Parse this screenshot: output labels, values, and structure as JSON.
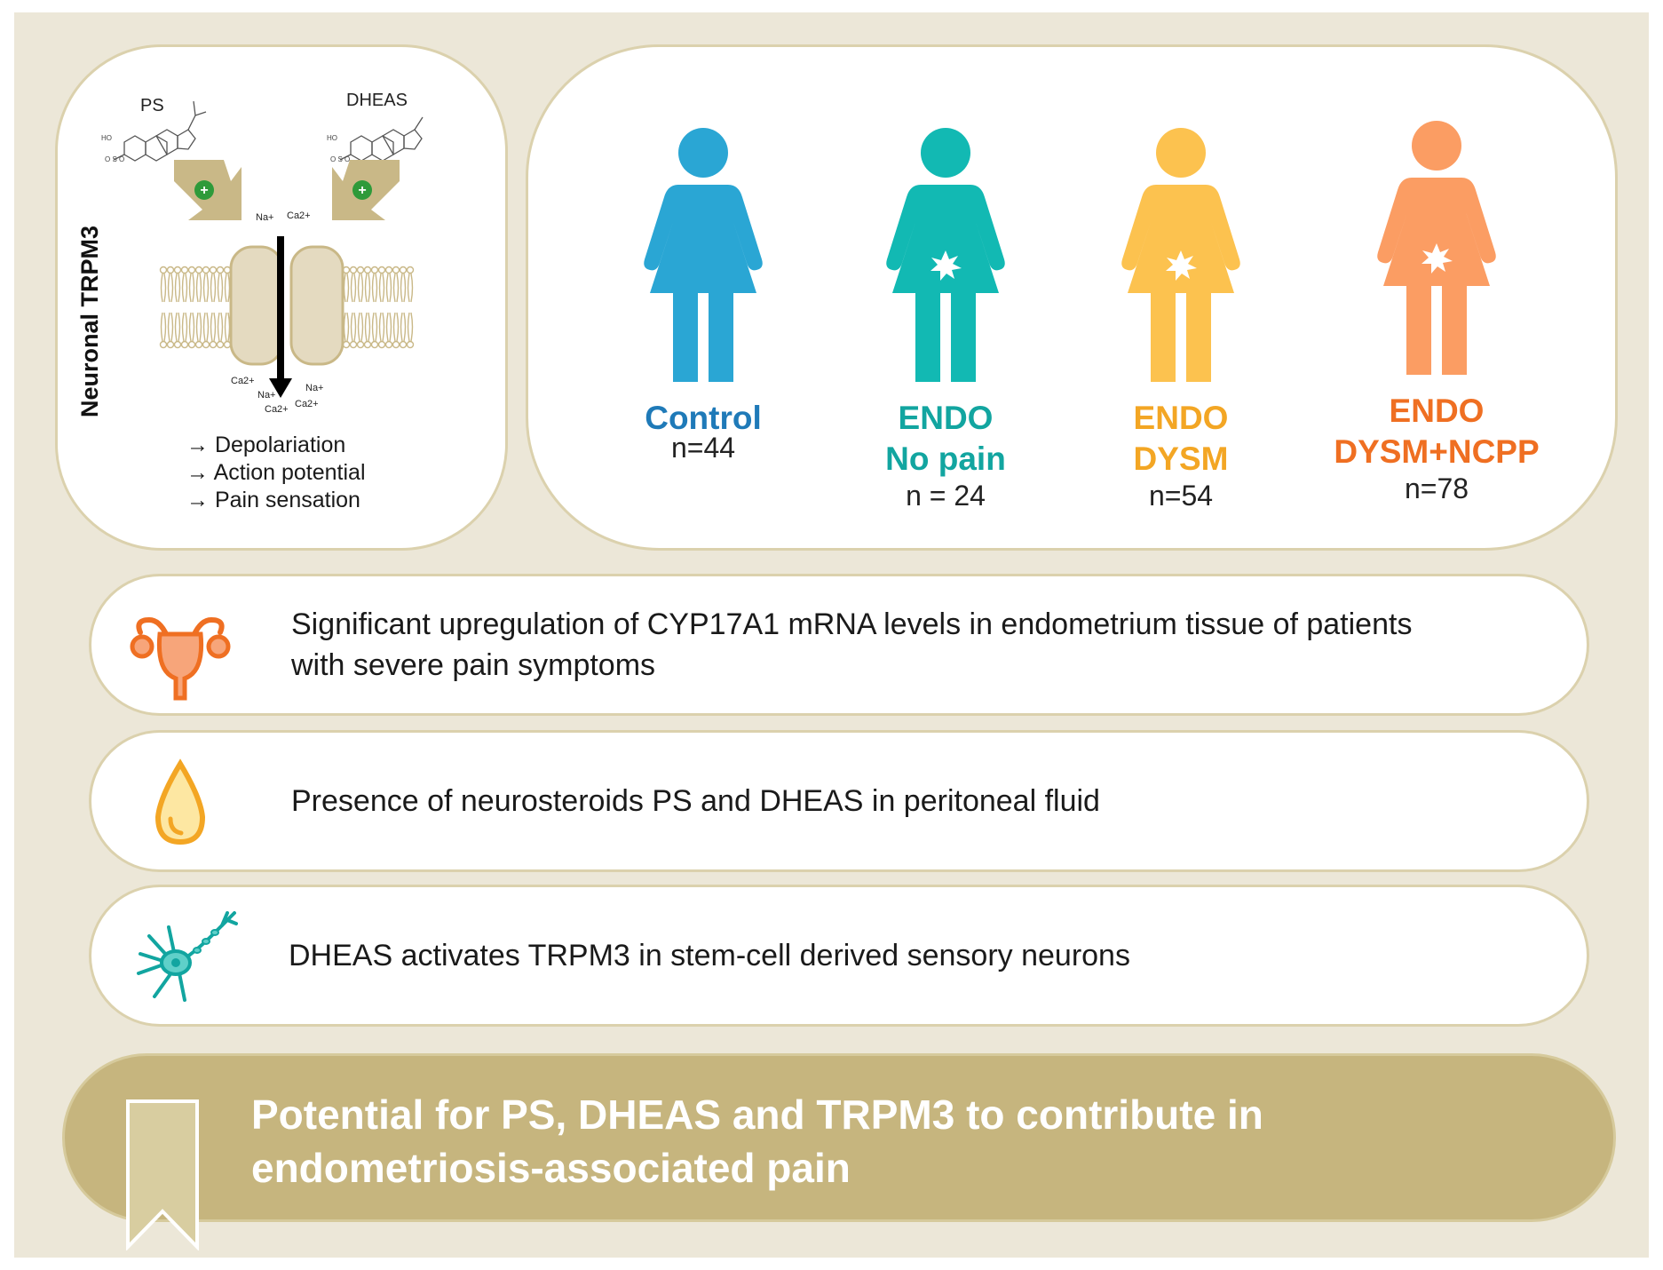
{
  "trpm3_panel": {
    "vertical_label": "Neuronal TRPM3",
    "left_compound": "PS",
    "right_compound": "DHEAS",
    "ion_labels": {
      "na": "Na+",
      "ca": "Ca2+"
    },
    "steps": [
      "→ Depolariation",
      "→ Action potential",
      "→ Pain sensation"
    ]
  },
  "groups": [
    {
      "name_line1": "Control",
      "name_line2": "",
      "n": "n=44",
      "color": "#2aa6d4"
    },
    {
      "name_line1": "ENDO",
      "name_line2": "No pain",
      "n": "n = 24",
      "color": "#12b9b3"
    },
    {
      "name_line1": "ENDO",
      "name_line2": "DYSM",
      "n": "n=54",
      "color": "#f3b935"
    },
    {
      "name_line1": "ENDO",
      "name_line2": "DYSM+NCPP",
      "n": "n=78",
      "color": "#f57d2e"
    }
  ],
  "group_label_colors": [
    "#1f7ab8",
    "#12a5a0",
    "#f3a624",
    "#ef6f22"
  ],
  "findings": [
    {
      "text": "Significant upregulation of CYP17A1 mRNA levels in endometrium tissue of patients with severe pain symptoms",
      "icon": "uterus-icon"
    },
    {
      "text": "Presence of neurosteroids PS and DHEAS in peritoneal fluid",
      "icon": "fluid-drop-icon"
    },
    {
      "text": "DHEAS activates TRPM3 in stem-cell derived sensory neurons",
      "icon": "neuron-icon"
    }
  ],
  "conclusion": "Potential for PS, DHEAS and TRPM3 to contribute in endometriosis-associated pain"
}
